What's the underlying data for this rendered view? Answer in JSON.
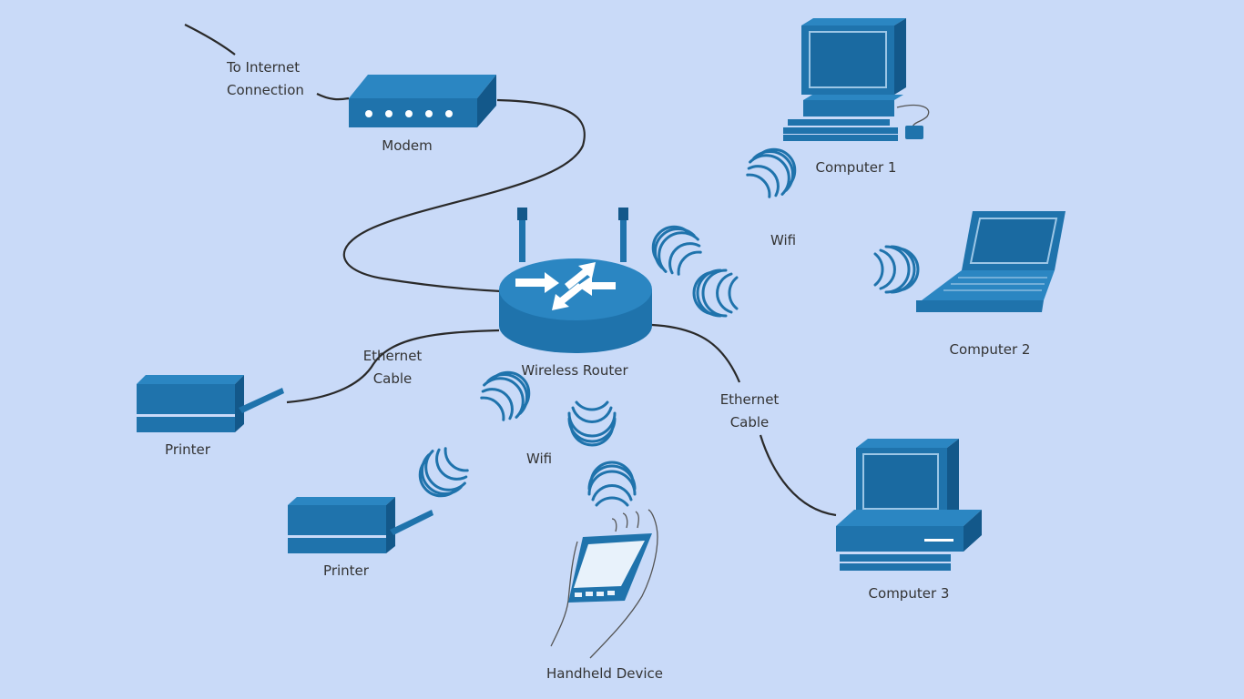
{
  "labels": {
    "internet_line1": "To Internet",
    "internet_line2": "Connection",
    "modem": "Modem",
    "router": "Wireless Router",
    "computer1": "Computer 1",
    "computer2": "Computer 2",
    "computer3": "Computer 3",
    "wifi_right": "Wifi",
    "wifi_bottom": "Wifi",
    "eth_left_line1": "Ethernet",
    "eth_left_line2": "Cable",
    "eth_right_line1": "Ethernet",
    "eth_right_line2": "Cable",
    "printer1": "Printer",
    "printer2": "Printer",
    "handheld": "Handheld Device"
  },
  "colors": {
    "background": "#c9daf8",
    "device": "#1f73ac",
    "wire": "#2a2a2a"
  }
}
